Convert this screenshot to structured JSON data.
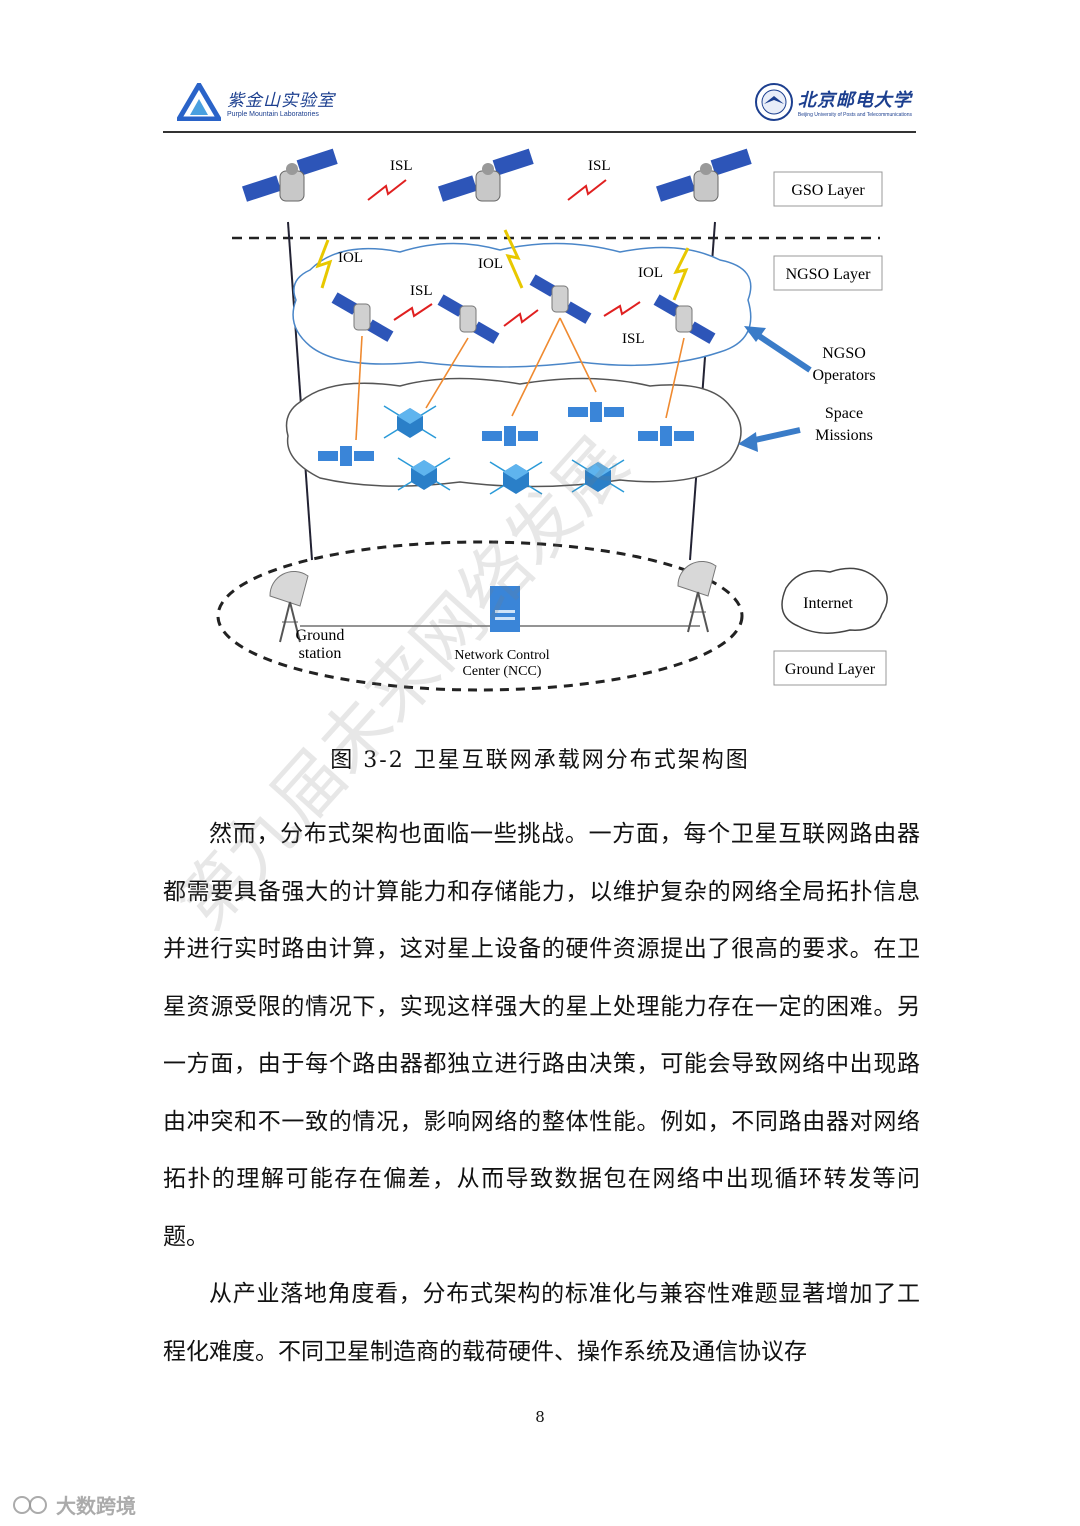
{
  "header": {
    "left_logo": {
      "cn": "紫金山实验室",
      "en": "Purple Mountain Laboratories"
    },
    "right_logo": {
      "cn": "北京邮电大学",
      "en": "Beijing University of Posts and Telecommunications"
    }
  },
  "figure": {
    "layers": [
      "GSO Layer",
      "NGSO Layer",
      "Ground Layer"
    ],
    "isl": "ISL",
    "iol": "IOL",
    "ngso_operators": [
      "NGSO",
      "Operators"
    ],
    "space_missions": [
      "Space",
      "Missions"
    ],
    "internet": "Internet",
    "ground_station": [
      "Ground",
      "station"
    ],
    "ncc": [
      "Network Control",
      "Center (NCC)"
    ]
  },
  "caption": "图 3-2  卫星互联网承载网分布式架构图",
  "paragraphs": [
    "然而，分布式架构也面临一些挑战。一方面，每个卫星互联网路由器都需要具备强大的计算能力和存储能力，以维护复杂的网络全局拓扑信息并进行实时路由计算，这对星上设备的硬件资源提出了很高的要求。在卫星资源受限的情况下，实现这样强大的星上处理能力存在一定的困难。另一方面，由于每个路由器都独立进行路由决策，可能会导致网络中出现路由冲突和不一致的情况，影响网络的整体性能。例如，不同路由器对网络拓扑的理解可能存在偏差，从而导致数据包在网络中出现循环转发等问题。",
    "从产业落地角度看，分布式架构的标准化与兼容性难题显著增加了工程化难度。不同卫星制造商的载荷硬件、操作系统及通信协议存"
  ],
  "page_number": "8",
  "watermark": "第九届未来网络发展",
  "brand": "大数跨境"
}
